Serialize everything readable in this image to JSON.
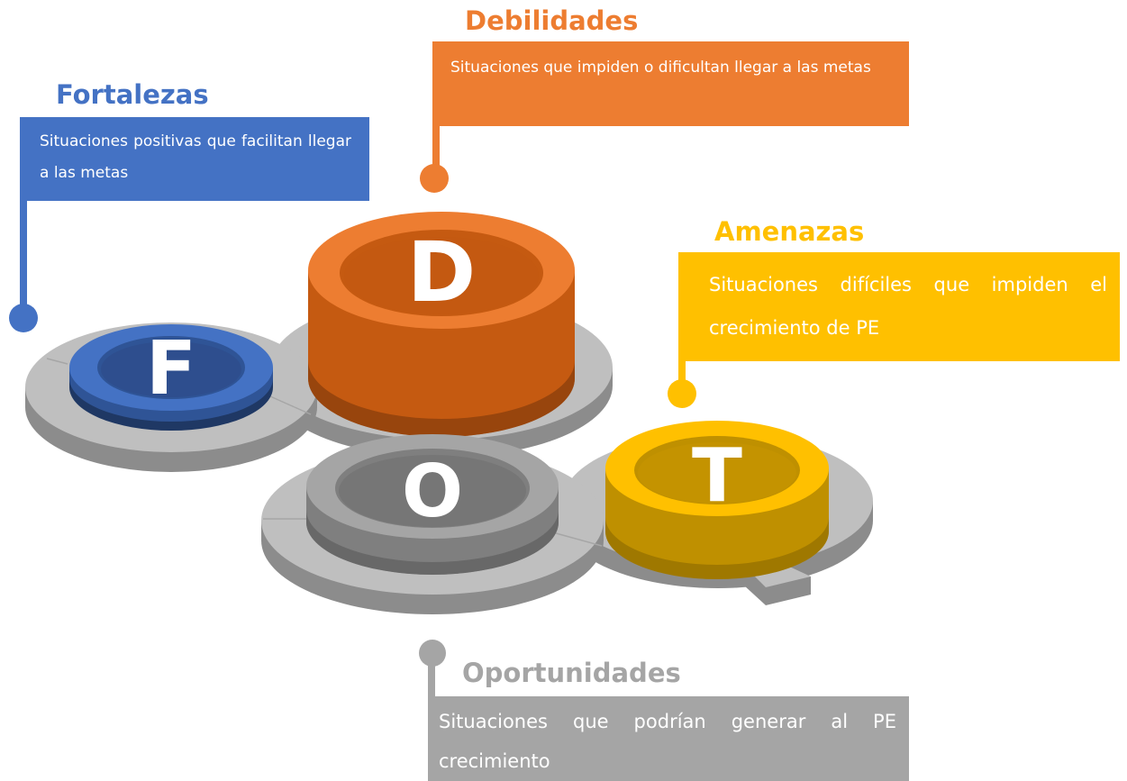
{
  "colors": {
    "fortalezas": "#4472c4",
    "debilidades": "#ed7d31",
    "amenazas": "#ffc000",
    "oportunidades": "#a5a5a5",
    "disc_gray": "#bfbfbf"
  },
  "discs": {
    "f": {
      "letter": "F"
    },
    "d": {
      "letter": "D"
    },
    "o": {
      "letter": "O"
    },
    "t": {
      "letter": "T"
    }
  },
  "fortalezas": {
    "title": "Fortalezas",
    "text": "Situaciones positivas que facilitan llegar a las metas"
  },
  "debilidades": {
    "title": "Debilidades",
    "text": "Situaciones que impiden o dificultan llegar a las metas"
  },
  "amenazas": {
    "title": "Amenazas",
    "text": "Situaciones difíciles que impiden el crecimiento de PE"
  },
  "oportunidades": {
    "title": "Oportunidades",
    "text": "Situaciones que podrían generar al PE crecimiento"
  }
}
